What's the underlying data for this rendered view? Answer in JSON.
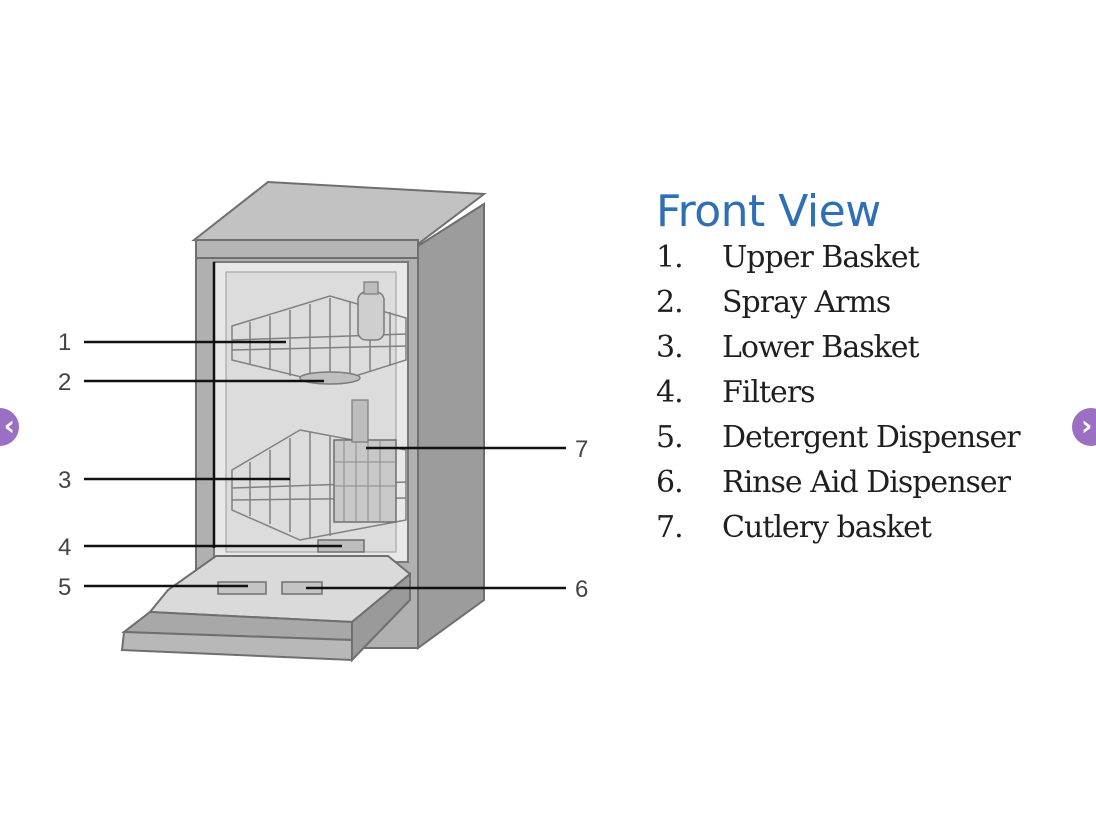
{
  "title": "Front View",
  "legend": [
    {
      "num": "1.",
      "label": "Upper Basket"
    },
    {
      "num": "2.",
      "label": "Spray Arms"
    },
    {
      "num": "3.",
      "label": "Lower Basket"
    },
    {
      "num": "4.",
      "label": "Filters"
    },
    {
      "num": "5.",
      "label": "Detergent Dispenser"
    },
    {
      "num": "6.",
      "label": "Rinse Aid Dispenser"
    },
    {
      "num": "7.",
      "label": "Cutlery basket"
    }
  ],
  "callouts": [
    "1",
    "2",
    "3",
    "4",
    "5",
    "6",
    "7"
  ],
  "nav": {
    "prev_icon": "chevron-left-icon",
    "next_icon": "chevron-right-icon",
    "prev_glyph": "‹",
    "next_glyph": "›"
  },
  "colors": {
    "title": "#2e6fb6",
    "nav": "#9b6fc3",
    "appliance": "#a9a9a9"
  }
}
